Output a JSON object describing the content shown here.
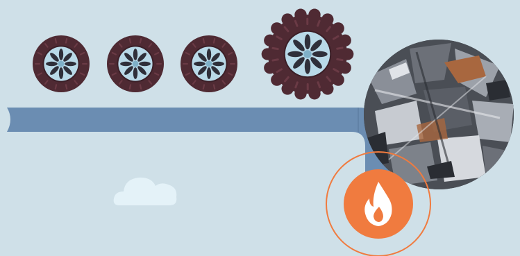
{
  "colors": {
    "background": "#cfe0e8",
    "tire": "#4f2a33",
    "tire_dark": "#3b1f27",
    "tread": "#6a3a45",
    "rim": "#b9d9e8",
    "rim_dark": "#7fb0c8",
    "hub_spoke": "#2f2f3a",
    "conveyor": "#6b8db2",
    "flame_orange": "#f07b3f",
    "flame_white": "#ffffff",
    "cloud": "#e4f2f8",
    "scrap_dark": "#3d4148",
    "scrap_mid": "#8a8f98",
    "scrap_light": "#d6d9de",
    "scrap_rust": "#a8673f"
  },
  "icons": {
    "small_tire": "tire-icon",
    "large_tire": "tire-icon",
    "scrap": "shredded-scrap-icon",
    "fire": "fire-icon",
    "cloud": "cloud-icon"
  },
  "diagram": {
    "small_tire_count": 3,
    "large_tire_count": 1,
    "stages": [
      "tires",
      "conveyor",
      "shredding",
      "burning"
    ]
  }
}
